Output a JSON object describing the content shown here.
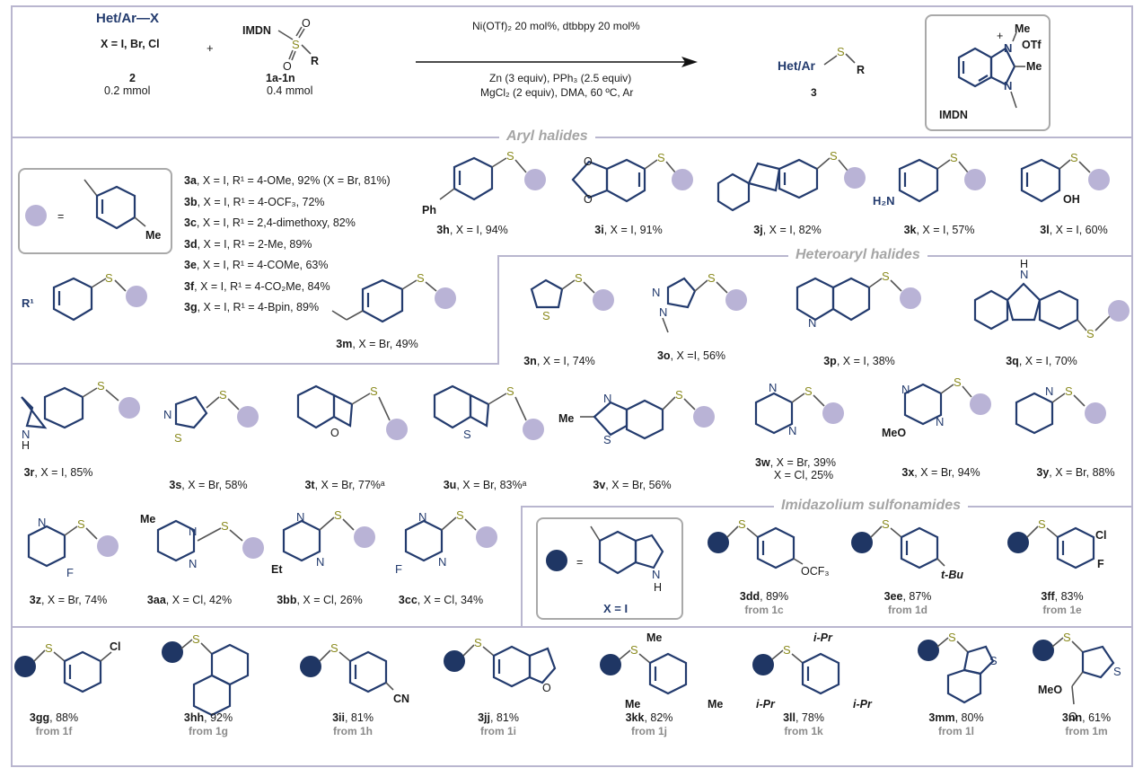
{
  "header": {
    "reactant1": "Het/Ar—X",
    "reactant1_cond": "X = I, Br, Cl",
    "reactant1_id": "2",
    "reactant1_amount": "0.2 mmol",
    "plus": "+",
    "reactant2_label": "IMDN",
    "reactant2_id": "1a-1n",
    "reactant2_amount": "0.4 mmol",
    "cond1": "Ni(OTf)₂ 20 mol%, dtbbpy 20 mol%",
    "cond2": "Zn (3 equiv), PPh₃ (2.5 equiv)",
    "cond3": "MgCl₂ (2 equiv), DMA, 60 ºC, Ar",
    "product_label": "Het/Ar",
    "product_id": "3",
    "imdn_label": "IMDN",
    "imdn_me1": "Me",
    "imdn_me2": "Me",
    "imdn_otf": "OTf"
  },
  "sections": {
    "aryl": "Aryl halides",
    "heteroaryl": "Heteroaryl halides",
    "imidazolium": "Imidazolium sulfonamides"
  },
  "legend_box": {
    "eq": "=",
    "me": "Me"
  },
  "list_3a_3g": [
    {
      "id": "3a",
      "text": ", X = I, R¹ = 4-OMe, 92% (X = Br, 81%)"
    },
    {
      "id": "3b",
      "text": ", X = I, R¹ = 4-OCF₃, 72%"
    },
    {
      "id": "3c",
      "text": ", X = I, R¹ = 2,4-dimethoxy, 82%"
    },
    {
      "id": "3d",
      "text": ", X = I, R¹ = 2-Me, 89%"
    },
    {
      "id": "3e",
      "text": ", X = I, R¹ = 4-COMe, 63%"
    },
    {
      "id": "3f",
      "text": ", X = I, R¹ = 4-CO₂Me, 84%"
    },
    {
      "id": "3g",
      "text": ", X = I, R¹ = 4-Bpin, 89%"
    }
  ],
  "r1_label": "R¹",
  "row1": [
    {
      "id": "3h",
      "text": ", X = I, 94%"
    },
    {
      "id": "3i",
      "text": ", X = I, 91%"
    },
    {
      "id": "3j",
      "text": ", X = I, 82%"
    },
    {
      "id": "3k",
      "text": ", X = I, 57%"
    },
    {
      "id": "3l",
      "text": ", X = I, 60%"
    }
  ],
  "item_3m": {
    "id": "3m",
    "text": ", X = Br, 49%"
  },
  "row2": [
    {
      "id": "3n",
      "text": ", X = I, 74%"
    },
    {
      "id": "3o",
      "text": ", X =I, 56%"
    },
    {
      "id": "3p",
      "text": ", X = I, 38%"
    },
    {
      "id": "3q",
      "text": ", X = I, 70%"
    }
  ],
  "row3": [
    {
      "id": "3r",
      "text": ", X = I, 85%"
    },
    {
      "id": "3s",
      "text": ", X = Br, 58%"
    },
    {
      "id": "3t",
      "text": ", X = Br, 77%ᵃ"
    },
    {
      "id": "3u",
      "text": ", X = Br, 83%ᵃ"
    },
    {
      "id": "3v",
      "text": ", X = Br, 56%"
    },
    {
      "id": "3w",
      "text": ", X = Br, 39%",
      "text2": "X = Cl, 25%"
    },
    {
      "id": "3x",
      "text": ", X = Br, 94%"
    },
    {
      "id": "3y",
      "text": ", X = Br, 88%"
    }
  ],
  "row4": [
    {
      "id": "3z",
      "text": ", X = Br, 74%"
    },
    {
      "id": "3aa",
      "text": ", X = Cl, 42%"
    },
    {
      "id": "3bb",
      "text": ", X = Cl, 26%"
    },
    {
      "id": "3cc",
      "text": ", X = Cl, 34%"
    }
  ],
  "indole_box": {
    "eq": "=",
    "xi": "X = I"
  },
  "row4b": [
    {
      "id": "3dd",
      "text": ", 89%",
      "from": "from 1c"
    },
    {
      "id": "3ee",
      "text": ", 87%",
      "from": "from 1d"
    },
    {
      "id": "3ff",
      "text": ", 83%",
      "from": "from 1e"
    }
  ],
  "row5": [
    {
      "id": "3gg",
      "text": ", 88%",
      "from": "from 1f"
    },
    {
      "id": "3hh",
      "text": ", 92%",
      "from": "from 1g"
    },
    {
      "id": "3ii",
      "text": ", 81%",
      "from": "from 1h"
    },
    {
      "id": "3jj",
      "text": ", 81%",
      "from": "from 1i"
    },
    {
      "id": "3kk",
      "text": ", 82%",
      "from": "from 1j"
    },
    {
      "id": "3ll",
      "text": ", 78%",
      "from": "from 1k"
    },
    {
      "id": "3mm",
      "text": ", 80%",
      "from": "from 1l"
    },
    {
      "id": "3nn",
      "text": ", 61%",
      "from": "from 1m"
    }
  ],
  "atoms": {
    "S": "S",
    "N": "N",
    "O": "O",
    "H": "H",
    "F": "F",
    "Cl": "Cl",
    "Me": "Me",
    "Ph": "Ph",
    "OH": "OH",
    "H2N": "H₂N",
    "OCF3": "OCF₃",
    "tBu": "t-Bu",
    "CN": "CN",
    "iPr": "i-Pr",
    "MeO": "MeO",
    "Et": "Et",
    "R": "R"
  },
  "colors": {
    "frame": "#b9b6cf",
    "ring": "#233b6e",
    "sulfur": "#8a8a1e",
    "ball_light": "#b9b3d6",
    "ball_dark": "#1f3664",
    "from": "#8a8a8a"
  }
}
